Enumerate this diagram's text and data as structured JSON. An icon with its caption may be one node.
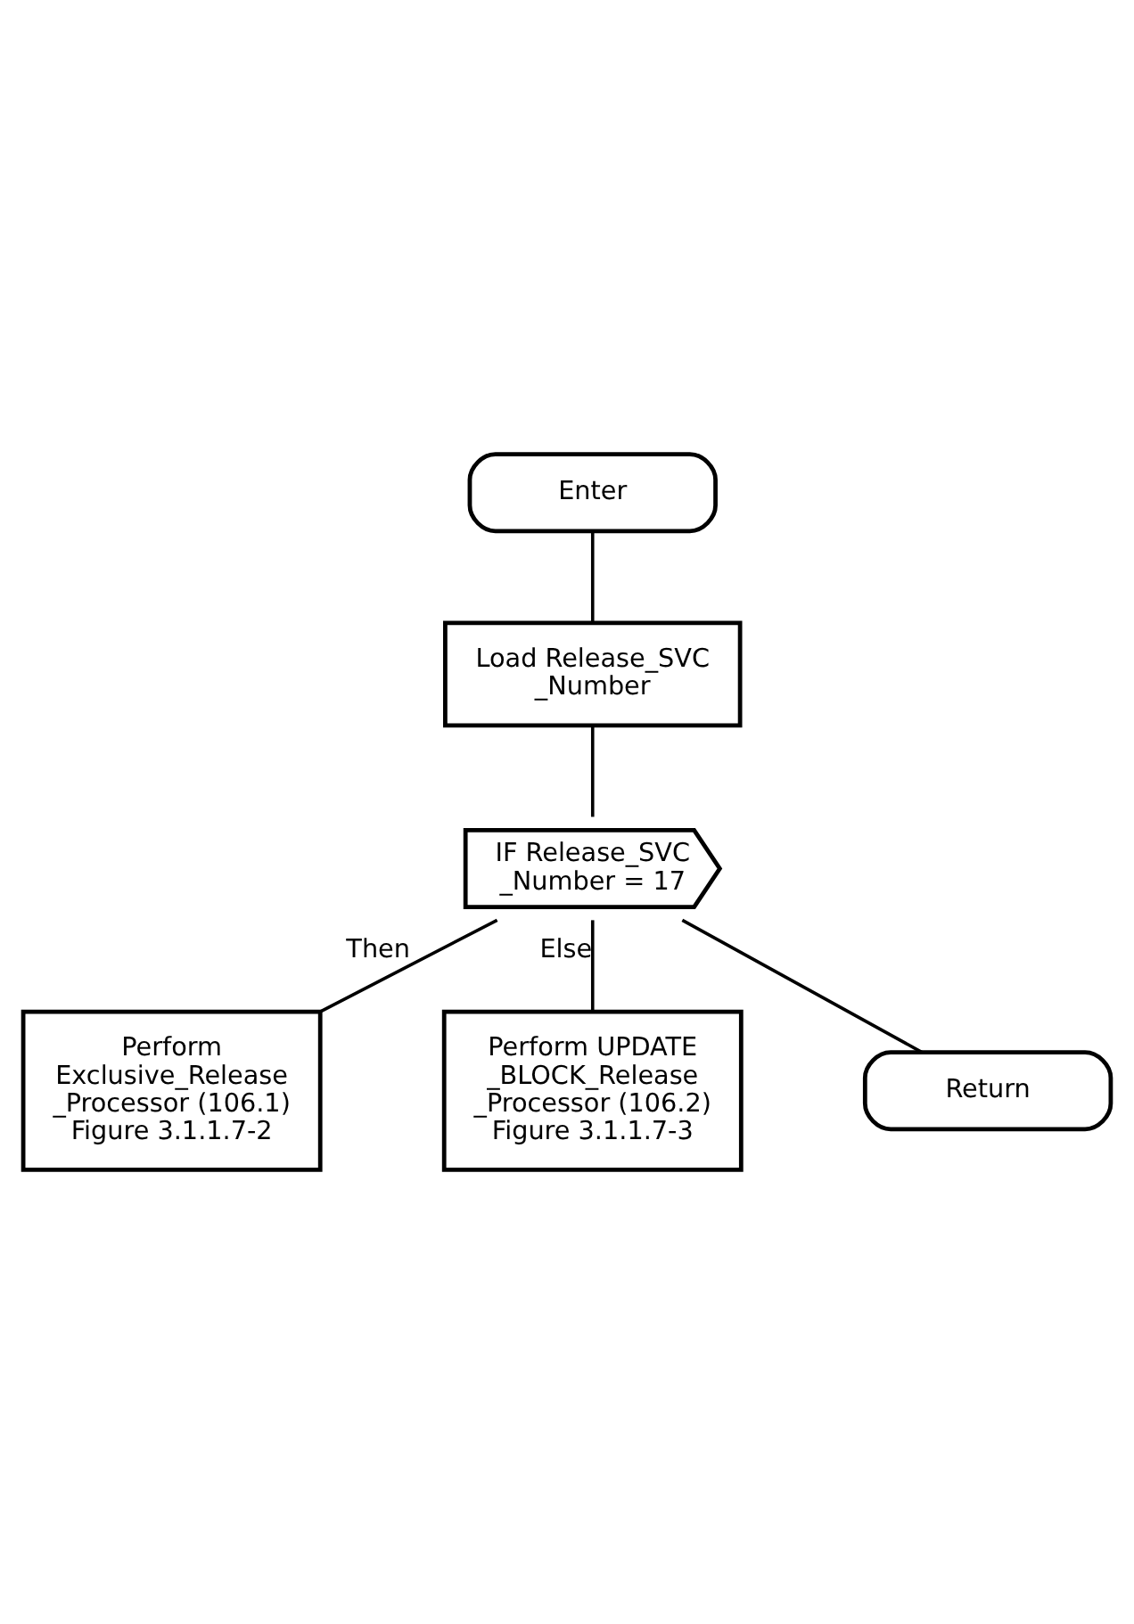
{
  "diagram": {
    "nodes": [
      {
        "text": [
          "Enter"
        ]
      },
      {
        "text": [
          "Load Release_SVC _Number"
        ]
      },
      {
        "text": [
          "IF Release_SVC _Number = 17"
        ]
      },
      {
        "text": [
          "Perform Exclusive_Release _Processor (106.1) Figure 3.1.1.7-2"
        ]
      },
      {
        "text": [
          "Perform UPDATE _BLOCK_Release _Processor (106.2) Figure 3.1.1.7-3"
        ]
      },
      {
        "text": [
          "Return"
        ]
      }
    ],
    "edges": [
      {
        "from": 0,
        "to": 1,
        "arrow": "none"
      },
      {
        "from": 1,
        "to": 2,
        "arrow": "none"
      },
      {
        "from": 2,
        "to": 3,
        "arrow": "none",
        "label": "Then"
      },
      {
        "from": 2,
        "to": 4,
        "arrow": "none",
        "label": "Else"
      },
      {
        "from": 2,
        "to": 5,
        "arrow": "none"
      }
    ]
  }
}
